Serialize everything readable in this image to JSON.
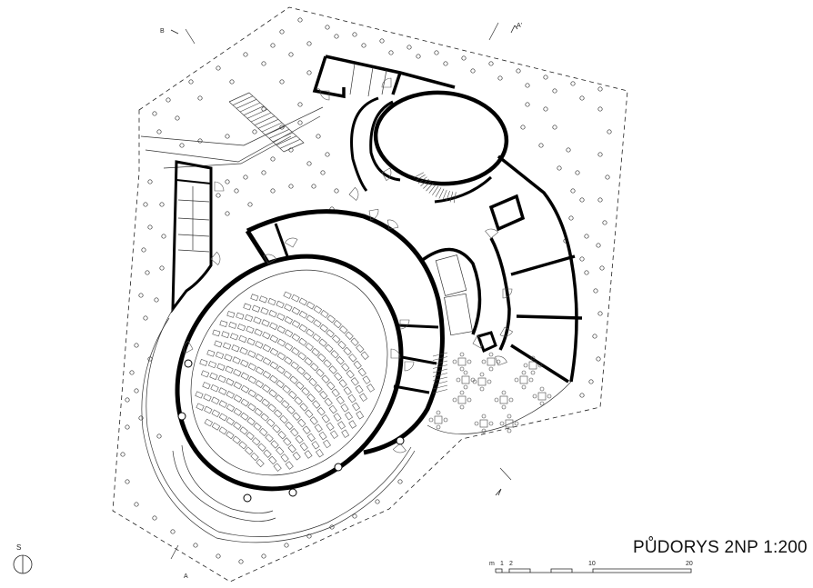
{
  "drawing": {
    "title": "PŮDORYS 2NP  1:200",
    "north_label": "S",
    "scale_labels": [
      "m",
      "1",
      "2",
      "10",
      "20"
    ],
    "section_marks": [
      "B",
      "A'",
      "A"
    ]
  },
  "colors": {
    "line": "#000000",
    "background": "#ffffff"
  },
  "icons": [
    "north-arrow-icon",
    "section-arrow-icon",
    "door-swing-icon",
    "tree-icon",
    "stair-icon",
    "table-set-icon"
  ]
}
